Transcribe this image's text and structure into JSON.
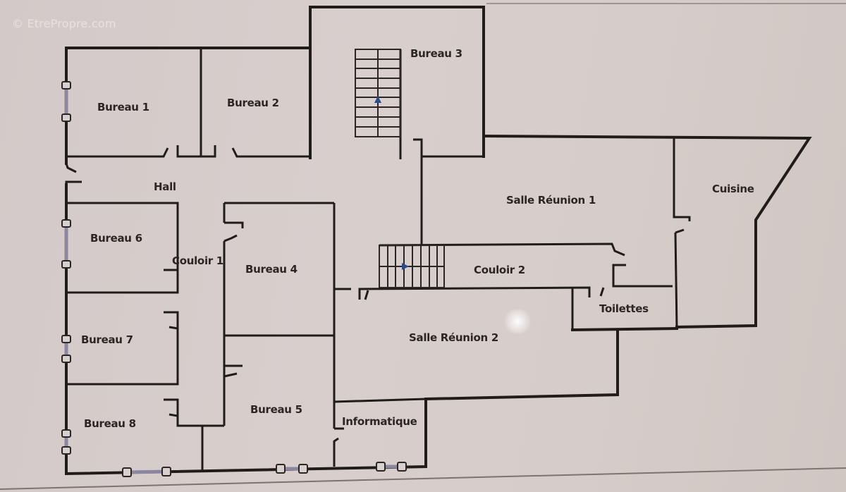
{
  "watermark": "© EtrePropre.com",
  "colors": {
    "background": "#d4cbc9",
    "walls": "#1f1c1a",
    "stair_arrow": "#2b4a8a",
    "window_glass": "#8d86a0"
  },
  "rooms": {
    "bureau_1": "Bureau 1",
    "bureau_2": "Bureau 2",
    "bureau_3": "Bureau 3",
    "bureau_4": "Bureau 4",
    "bureau_5": "Bureau 5",
    "bureau_6": "Bureau 6",
    "bureau_7": "Bureau 7",
    "bureau_8": "Bureau 8",
    "hall": "Hall",
    "couloir_1": "Couloir 1",
    "couloir_2": "Couloir 2",
    "salle_reunion_1": "Salle Réunion 1",
    "salle_reunion_2": "Salle Réunion 2",
    "cuisine": "Cuisine",
    "toilettes": "Toilettes",
    "informatique": "Informatique"
  },
  "icons": {
    "stair_arrow_1": "arrow-up-icon",
    "stair_arrow_2": "arrow-right-icon"
  }
}
